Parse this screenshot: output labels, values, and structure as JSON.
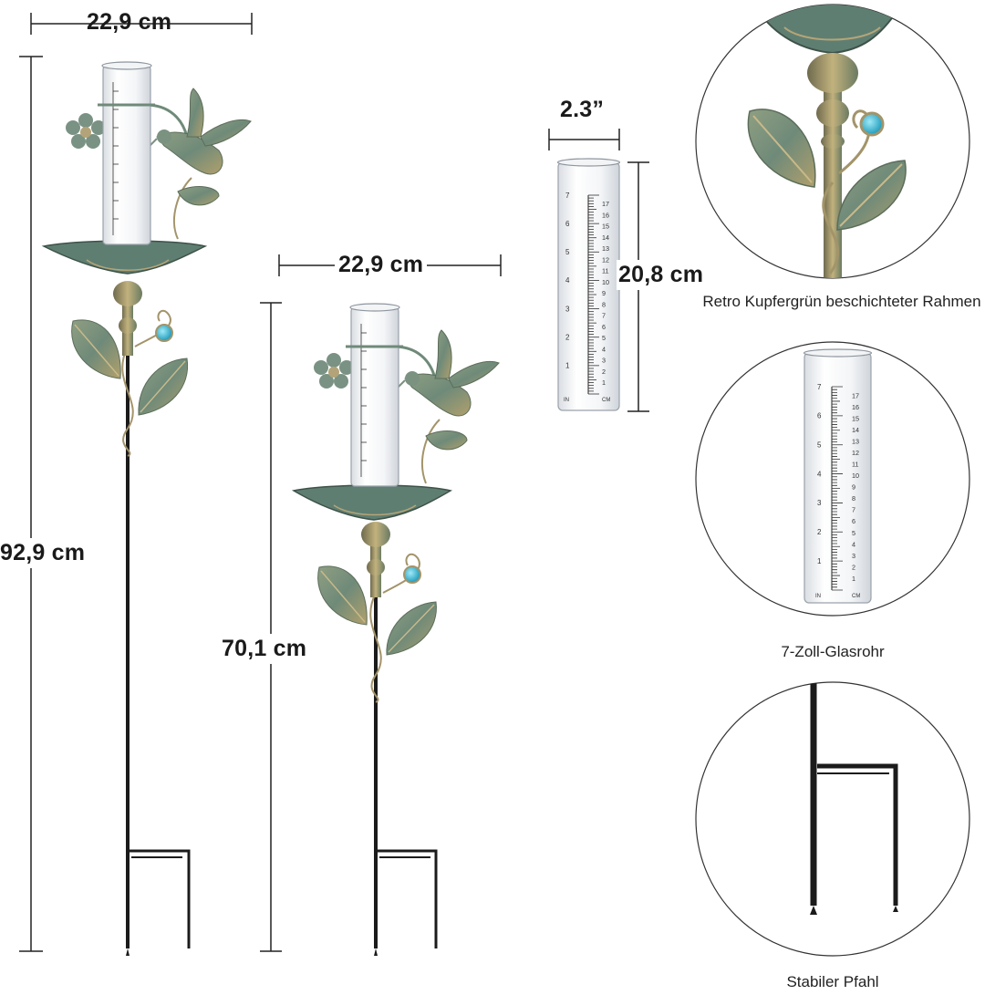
{
  "dimensions": {
    "large_width": "22,9 cm",
    "large_height": "92,9 cm",
    "small_width": "22,9 cm",
    "small_height": "70,1 cm",
    "tube_width": "2.3”",
    "tube_height": "20,8 cm"
  },
  "captions": {
    "frame": "Retro Kupfergrün beschichteter Rahmen",
    "tube": "7-Zoll-Glasrohr",
    "stake": "Stabiler Pfahl"
  },
  "tube_scale": {
    "inch_marks": [
      "1",
      "2",
      "3",
      "4",
      "5",
      "6",
      "7"
    ],
    "cm_marks": [
      "1",
      "2",
      "3",
      "4",
      "5",
      "6",
      "7",
      "8",
      "9",
      "10",
      "11",
      "12",
      "13",
      "14",
      "15",
      "16",
      "17"
    ],
    "inch_unit": "IN",
    "cm_unit": "CM"
  },
  "colors": {
    "verdigris": "#5f7e72",
    "bronze": "#a3946a",
    "gem": "#2eb8d4",
    "stake": "#1b1b1b"
  }
}
